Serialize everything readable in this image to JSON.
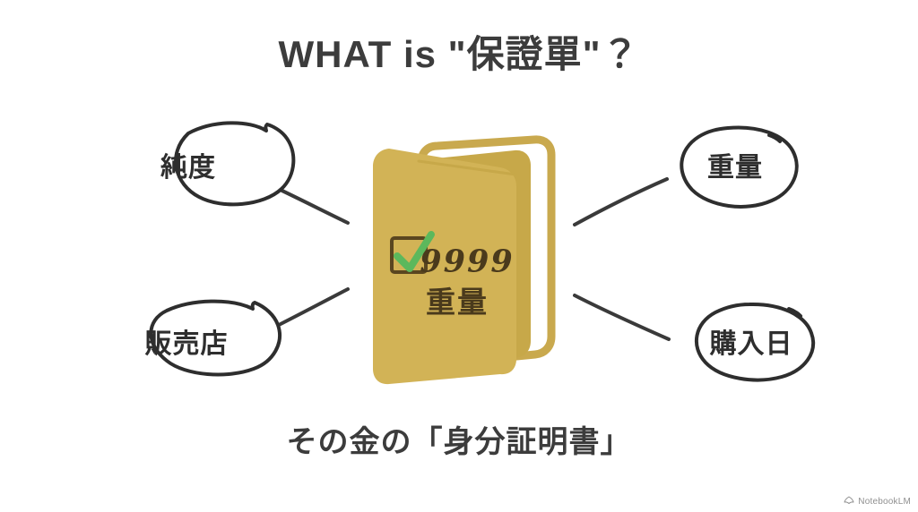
{
  "slide": {
    "background_color": "#ffffff",
    "title": "WHAT is \"保證單\"？",
    "caption": "その金の「身分証明書」",
    "title_color": "#3c3c3c"
  },
  "bubbles": [
    {
      "id": "purity",
      "label": "純度",
      "position": "top-left"
    },
    {
      "id": "weight",
      "label": "重量",
      "position": "top-right"
    },
    {
      "id": "dealer",
      "label": "販売店",
      "position": "bottom-left"
    },
    {
      "id": "purchase-date",
      "label": "購入日",
      "position": "bottom-right"
    }
  ],
  "certificate": {
    "name": "gold-certificate-booklet",
    "cover_color": "#d2b356",
    "cover_shade_color": "#c7a849",
    "outline_color": "#c9a94e",
    "checkbox": {
      "box_color": "#5a4620",
      "check_color": "#5cb85c",
      "checked": true
    },
    "number_text": "9999",
    "weight_text": "重量",
    "ink_color": "#4a3a1c"
  },
  "connectors": {
    "stroke_color": "#3a3a3a",
    "count": 4
  },
  "watermark": {
    "label": "NotebookLM",
    "icon": "notebooklm-logo-icon",
    "color": "#8f8f8f"
  }
}
